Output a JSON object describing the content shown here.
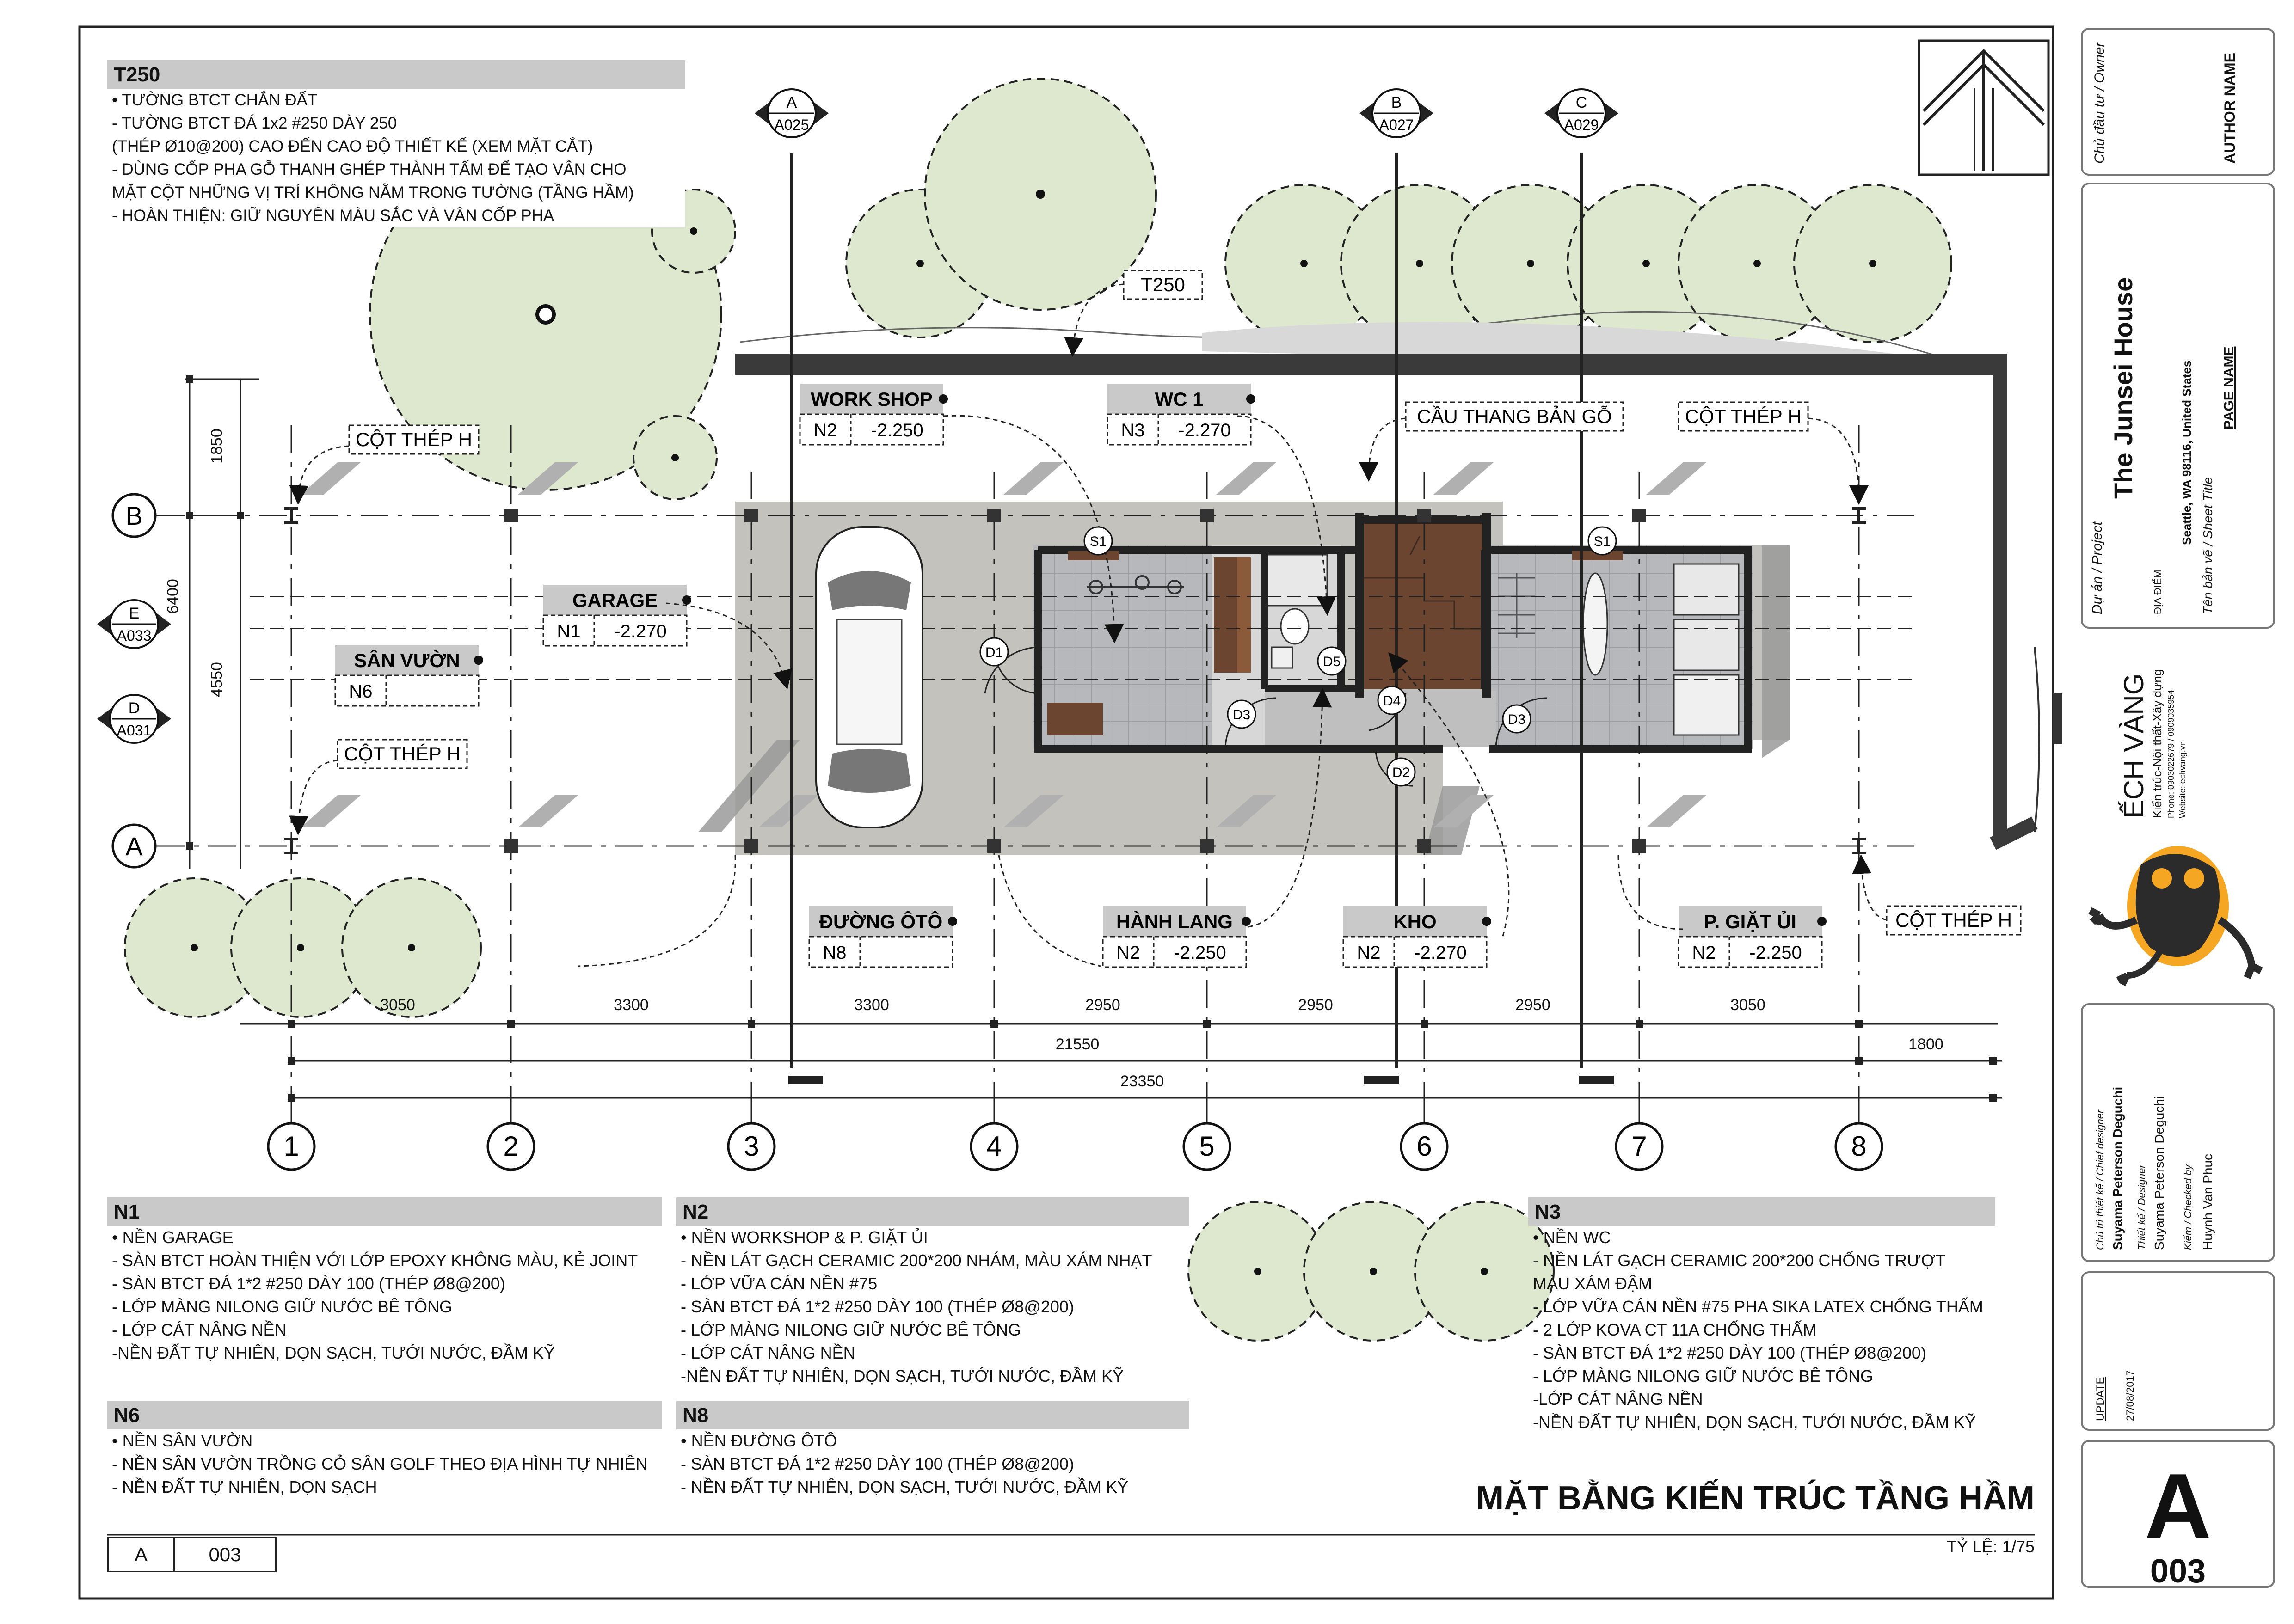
{
  "t250_note": {
    "title": "T250",
    "lines": [
      "• TƯỜNG BTCT CHẮN ĐẤT",
      "- TƯỜNG BTCT ĐÁ 1x2 #250 DÀY 250",
      "(THÉP Ø10@200) CAO ĐẾN CAO ĐỘ THIẾT KẾ (XEM MẶT CẮT)",
      "- DÙNG CỐP PHA GỖ THANH GHÉP THÀNH TẤM ĐỂ TẠO VÂN CHO",
      "MẶT CỘT NHỮNG VỊ TRÍ KHÔNG NẰM TRONG TƯỜNG (TẦNG HẦM)",
      "- HOÀN THIỆN: GIỮ NGUYÊN MÀU SẮC VÀ VÂN CỐP PHA"
    ]
  },
  "grid_axes": {
    "columns": [
      "1",
      "2",
      "3",
      "4",
      "5",
      "6",
      "7",
      "8"
    ],
    "rows": [
      "A",
      "B"
    ]
  },
  "dimensions": {
    "bays": [
      "3050",
      "3300",
      "3300",
      "2950",
      "2950",
      "2950",
      "3050"
    ],
    "overall": [
      "21550",
      "23350"
    ],
    "right": "1800",
    "vertical": [
      "1850",
      "4550",
      "6400"
    ]
  },
  "section_markers": [
    {
      "letter": "A",
      "sheet": "A025"
    },
    {
      "letter": "B",
      "sheet": "A027"
    },
    {
      "letter": "C",
      "sheet": "A029"
    },
    {
      "letter": "E",
      "sheet": "A033"
    },
    {
      "letter": "D",
      "sheet": "A031"
    }
  ],
  "room_tags": [
    {
      "name": "WORK SHOP",
      "floor": "N2",
      "level": "-2.250"
    },
    {
      "name": "WC 1",
      "floor": "N3",
      "level": "-2.270"
    },
    {
      "name": "GARAGE",
      "floor": "N1",
      "level": "-2.270"
    },
    {
      "name": "SÂN VƯỜN",
      "floor": "N6",
      "level": ""
    },
    {
      "name": "ĐƯỜNG ÔTÔ",
      "floor": "N8",
      "level": ""
    },
    {
      "name": "HÀNH LANG",
      "floor": "N2",
      "level": "-2.250"
    },
    {
      "name": "KHO",
      "floor": "N2",
      "level": "-2.270"
    },
    {
      "name": "P. GIẶT ỦI",
      "floor": "N2",
      "level": "-2.250"
    }
  ],
  "callouts": {
    "steel_column": "CỘT THÉP H",
    "stair": "CẦU THANG BẢN GỖ",
    "wall": "T250"
  },
  "door_tags": [
    "S1",
    "S1",
    "D1",
    "D2",
    "D3",
    "D3",
    "D4",
    "D5"
  ],
  "floor_notes": [
    {
      "id": "n1",
      "title": "N1",
      "lines": [
        "• NỀN GARAGE",
        "- SÀN BTCT HOÀN THIỆN VỚI LỚP EPOXY KHÔNG MÀU, KẺ JOINT",
        "- SÀN BTCT ĐÁ 1*2 #250 DÀY 100 (THÉP Ø8@200)",
        "- LỚP MÀNG NILONG GIỮ NƯỚC BÊ TÔNG",
        "- LỚP CÁT NÂNG NỀN",
        "-NỀN ĐẤT TỰ NHIÊN, DỌN SẠCH,  TƯỚI NƯỚC, ĐẦM KỸ"
      ]
    },
    {
      "id": "n2",
      "title": "N2",
      "lines": [
        "• NỀN WORKSHOP & P. GIẶT ỦI",
        "- NỀN LÁT GẠCH CERAMIC 200*200 NHÁM, MÀU XÁM NHẠT",
        "- LỚP VỮA CÁN NỀN #75",
        "- SÀN BTCT ĐÁ 1*2 #250 DÀY 100 (THÉP Ø8@200)",
        "- LỚP MÀNG NILONG GIỮ NƯỚC BÊ TÔNG",
        "- LỚP CÁT NÂNG NỀN",
        "-NỀN ĐẤT TỰ NHIÊN, DỌN SẠCH,  TƯỚI NƯỚC, ĐẦM KỸ"
      ]
    },
    {
      "id": "n3",
      "title": "N3",
      "lines": [
        "• NỀN WC",
        "- NỀN LÁT GẠCH CERAMIC 200*200 CHỐNG TRƯỢT",
        "MÀU XÁM ĐẬM",
        "- LỚP VỮA CÁN NỀN #75 PHA SIKA LATEX CHỐNG THẤM",
        "- 2 LỚP KOVA CT 11A CHỐNG THẤM",
        "- SÀN BTCT ĐÁ 1*2 #250 DÀY 100 (THÉP Ø8@200)",
        "- LỚP MÀNG NILONG GIỮ NƯỚC BÊ TÔNG",
        "-LỚP CÁT NÂNG NỀN",
        "-NỀN ĐẤT TỰ NHIÊN, DỌN SẠCH,  TƯỚI NƯỚC, ĐẦM KỸ"
      ]
    },
    {
      "id": "n6",
      "title": "N6",
      "lines": [
        "• NỀN SÂN VƯỜN",
        "- NỀN SÂN VƯỜN TRỒNG CỎ SÂN GOLF THEO ĐỊA HÌNH TỰ NHIÊN",
        "- NỀN ĐẤT TỰ NHIÊN, DỌN SẠCH"
      ]
    },
    {
      "id": "n8",
      "title": "N8",
      "lines": [
        "• NỀN ĐƯỜNG ÔTÔ",
        "- SÀN BTCT ĐÁ 1*2 #250 DÀY 100 (THÉP Ø8@200)",
        "- NỀN ĐẤT TỰ NHIÊN, DỌN SẠCH,  TƯỚI NƯỚC, ĐẦM KỸ"
      ]
    }
  ],
  "drawing_title": "MẶT BẰNG KIẾN TRÚC TẦNG HẦM",
  "scale": "TỶ LỆ: 1/75",
  "sheet_ref": {
    "letter": "A",
    "number": "003"
  },
  "title_block": {
    "owner_label": "Chủ đầu tư / Owner",
    "owner_value": "AUTHOR NAME",
    "project_label": "Dự án / Project",
    "project_name": "The Junsei House",
    "location_label": "ĐỊA ĐIỂM",
    "location_value": "Seattle, WA 98116, United States",
    "sheet_title_label": "Tên bản vẽ / Sheet Title",
    "sheet_title_value": "PAGE NAME",
    "company_name": "ẾCH VÀNG",
    "company_tagline": "Kiến trúc-Nội thất-Xây dựng",
    "company_phone": "Phone: 0903022679 / 0909035954",
    "company_website": "Website: echvang.vn",
    "chief_designer_label": "Chủ trì thiết kế / Chief designer",
    "chief_designer_value": "Suyama Peterson Deguchi",
    "designer_label": "Thiết kế / Designer",
    "designer_value": "Suyama Peterson Deguchi",
    "checked_label": "Kiểm / Checked by",
    "checked_value": "Huynh Van Phuc",
    "update_label": "UPDATE",
    "update_value": "27/08/2017",
    "sheet_letter": "A",
    "sheet_number": "003"
  },
  "colors": {
    "tree_fill": "#dde8cf",
    "slab_fill": "#c4c2bd",
    "wood": "#6b4530",
    "tile": "#b5b7ba",
    "logo_yellow": "#f5a623",
    "header_gray": "#c9c9c9"
  }
}
